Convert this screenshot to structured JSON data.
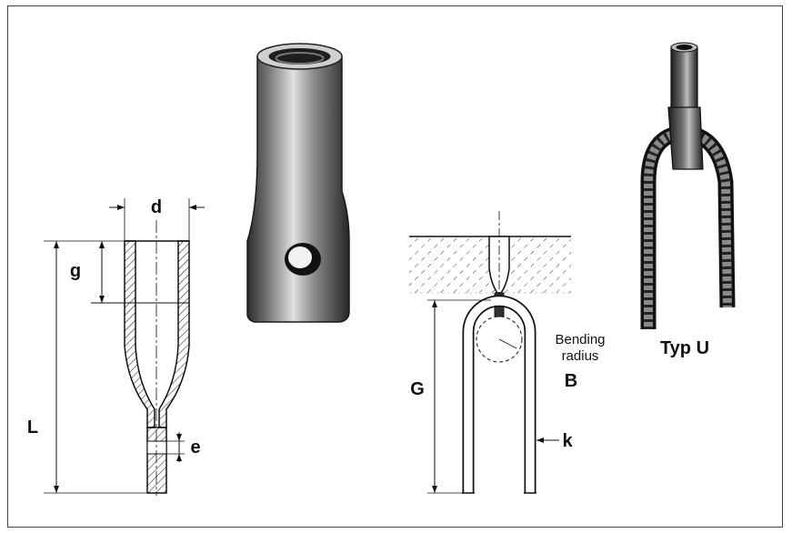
{
  "labels": {
    "d": "d",
    "g": "g",
    "L": "L",
    "e": "e",
    "G": "G",
    "B": "B",
    "k": "k",
    "bending_line1": "Bending",
    "bending_line2": "radius",
    "typ_u": "Typ U"
  },
  "colors": {
    "line": "#111111",
    "metal_dark": "#2b2b2b",
    "metal_light": "#d8d8d8"
  }
}
